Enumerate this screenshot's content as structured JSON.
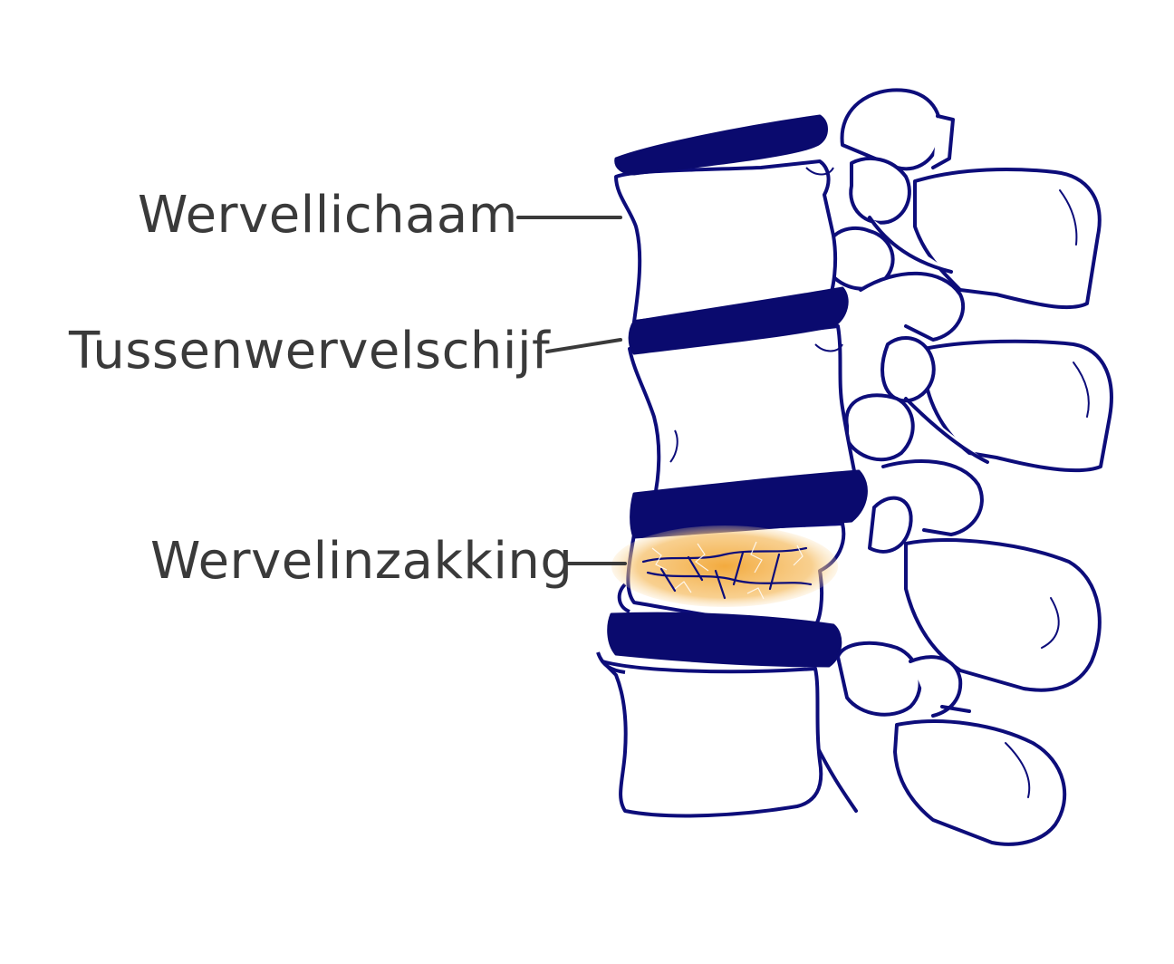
{
  "labels": {
    "vertebral_body": "Wervellichaam",
    "intervertebral_disc": "Tussenwervelschijf",
    "vertebral_fracture": "Wervelinzakking"
  },
  "colors": {
    "outline": "#0d0d7a",
    "disc_fill": "#0a0a6e",
    "fracture_fill": "#f2b24a",
    "leader_line": "#3a3a3a",
    "label_text": "#3a3a3a",
    "background": "#ffffff"
  }
}
